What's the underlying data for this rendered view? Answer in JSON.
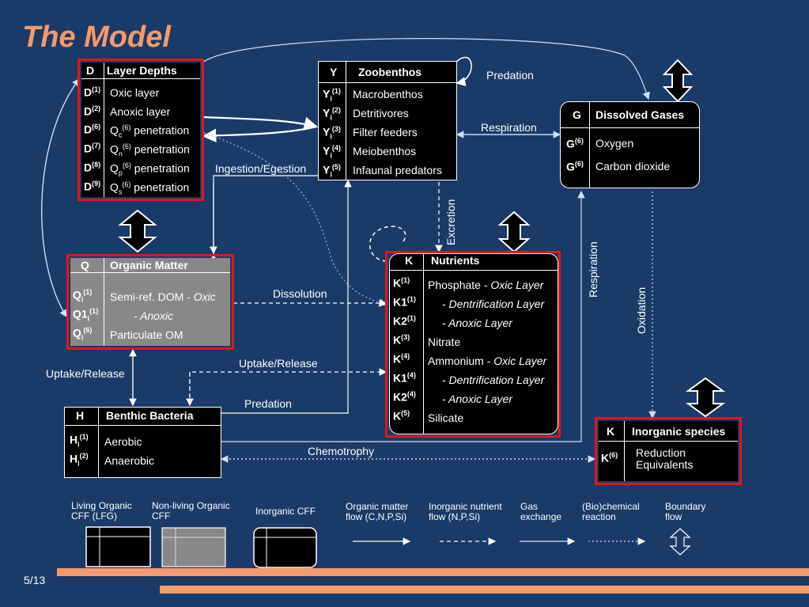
{
  "slide": {
    "title": "The Model",
    "page": "5/13"
  },
  "layer_depths": {
    "code": "D",
    "title": "Layer Depths",
    "rows": [
      {
        "sym": "D",
        "sup": "(1)",
        "label": "Oxic layer"
      },
      {
        "sym": "D",
        "sup": "(2)",
        "label": "Anoxic layer"
      },
      {
        "sym": "D",
        "sup": "(6)",
        "label_pre": "Q",
        "sub": "c",
        "sup2": "(6)",
        "label": " penetration"
      },
      {
        "sym": "D",
        "sup": "(7)",
        "label_pre": "Q",
        "sub": "n",
        "sup2": "(6)",
        "label": " penetration"
      },
      {
        "sym": "D",
        "sup": "(8)",
        "label_pre": "Q",
        "sub": "p",
        "sup2": "(6)",
        "label": " penetration"
      },
      {
        "sym": "D",
        "sup": "(9)",
        "label_pre": "Q",
        "sub": "s",
        "sup2": "(6)",
        "label": " penetration"
      }
    ]
  },
  "zoobenthos": {
    "code": "Y",
    "title": "Zoobenthos",
    "rows": [
      {
        "sym": "Y",
        "sub": "i",
        "sup": "(1)",
        "label": "Macrobenthos"
      },
      {
        "sym": "Y",
        "sub": "i",
        "sup": "(2)",
        "label": "Detritivores"
      },
      {
        "sym": "Y",
        "sub": "i",
        "sup": "(3)",
        "label": "Filter feeders"
      },
      {
        "sym": "Y",
        "sub": "i",
        "sup": "(4)",
        "label": "Meiobenthos"
      },
      {
        "sym": "Y",
        "sub": "i",
        "sup": "(5)",
        "label": "Infaunal predators"
      }
    ]
  },
  "dissolved_gases": {
    "code": "G",
    "title": "Dissolved Gases",
    "rows": [
      {
        "sym": "G",
        "sup": "(6)",
        "label": "Oxygen"
      },
      {
        "sym": "G",
        "sup": "(6)",
        "label": "Carbon dioxide"
      }
    ]
  },
  "organic_matter": {
    "code": "Q",
    "title": "Organic Matter",
    "rows": [
      {
        "sym": "Q",
        "sub": "i",
        "sup": "(1)",
        "label": "Semi-ref. DOM - ",
        "italic": "Oxic"
      },
      {
        "sym": "Q1",
        "sub": "i",
        "sup": "(1)",
        "label": "",
        "italic": "- Anoxic"
      },
      {
        "sym": "Q",
        "sub": "i",
        "sup": "(6)",
        "label": "Particulate OM"
      }
    ]
  },
  "nutrients": {
    "code": "K",
    "title": "Nutrients",
    "rows": [
      {
        "sym": "K",
        "sup": "(1)",
        "label": "Phosphate - ",
        "italic": "Oxic Layer"
      },
      {
        "sym": "K1",
        "sup": "(1)",
        "label": "",
        "italic": "- Dentrification Layer"
      },
      {
        "sym": "K2",
        "sup": "(1)",
        "label": "",
        "italic": "- Anoxic Layer"
      },
      {
        "sym": "K",
        "sup": "(3)",
        "label": "Nitrate"
      },
      {
        "sym": "K",
        "sup": "(4)",
        "label": "Ammonium - ",
        "italic": "Oxic Layer"
      },
      {
        "sym": "K1",
        "sup": "(4)",
        "label": "",
        "italic": "- Dentrification Layer"
      },
      {
        "sym": "K2",
        "sup": "(4)",
        "label": "",
        "italic": "- Anoxic Layer"
      },
      {
        "sym": "K",
        "sup": "(5)",
        "label": "Silicate"
      }
    ]
  },
  "benthic_bacteria": {
    "code": "H",
    "title": "Benthic Bacteria",
    "rows": [
      {
        "sym": "H",
        "sub": "i",
        "sup": "(1)",
        "label": "Aerobic"
      },
      {
        "sym": "H",
        "sub": "i",
        "sup": "(2)",
        "label": "Anaerobic"
      }
    ]
  },
  "inorganic_species": {
    "code": "K",
    "title": "Inorganic species",
    "rows": [
      {
        "sym": "K",
        "sup": "(6)",
        "label": "Reduction",
        "label2": "Equivalents"
      }
    ]
  },
  "flows": {
    "predation_top": "Predation",
    "respiration_gases": "Respiration",
    "ingestion": "Ingestion/Egestion",
    "excretion": "Excretion",
    "respiration_vertical": "Respiration",
    "oxidation": "Oxidation",
    "dissolution": "Dissolution",
    "uptake_release_left": "Uptake/Release",
    "uptake_release_mid": "Uptake/Release",
    "predation_bottom": "Predation",
    "chemotrophy": "Chemotrophy"
  },
  "legend": [
    {
      "line1": "Living Organic",
      "line2": "CFF (LFG)"
    },
    {
      "line1": "Non-living Organic",
      "line2": "CFF"
    },
    {
      "line1": "Inorganic CFF",
      "line2": ""
    },
    {
      "line1": "Organic matter",
      "line2": "flow (C,N,P,Si)"
    },
    {
      "line1": "Inorganic nutrient",
      "line2": "flow (N,P,Si)"
    },
    {
      "line1": "Gas",
      "line2": "exchange"
    },
    {
      "line1": "(Bio)chemical",
      "line2": "reaction"
    },
    {
      "line1": "Boundary",
      "line2": "flow"
    }
  ],
  "colors": {
    "background": "#1a3a68",
    "title": "#f59a6a",
    "frame": "#e0161d",
    "stripe": "#f59a6a"
  }
}
